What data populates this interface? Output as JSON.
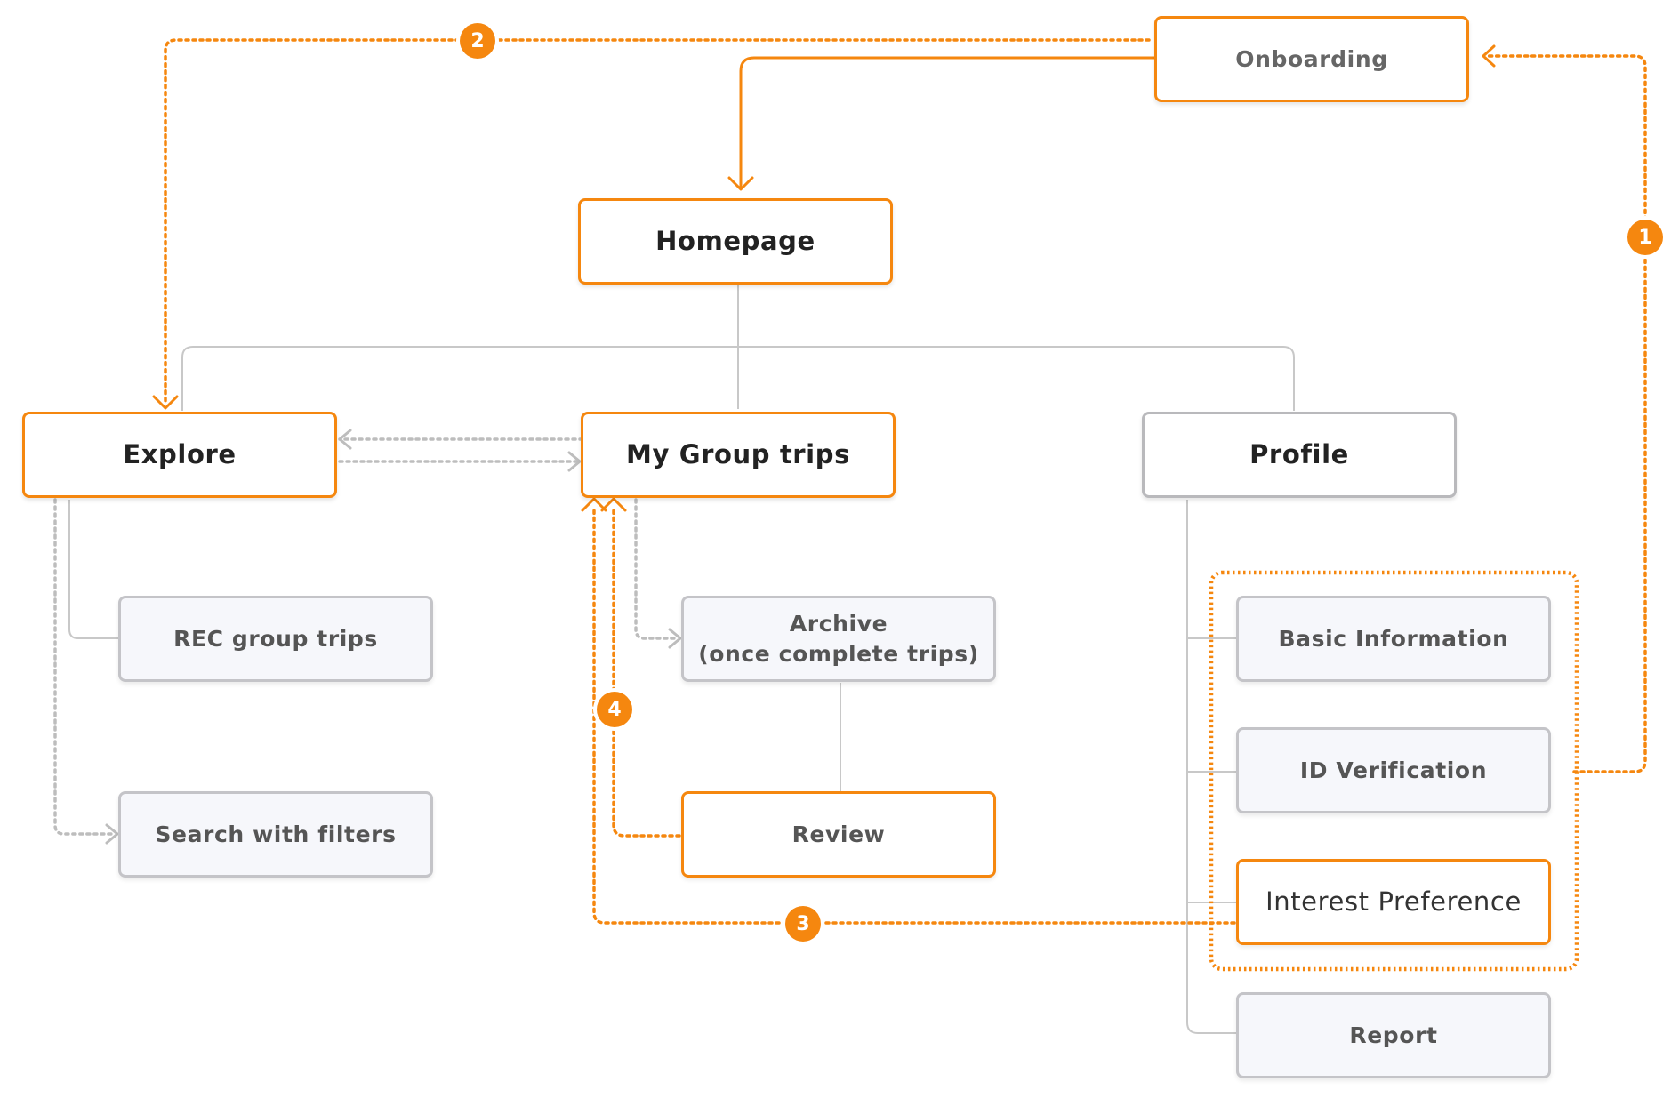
{
  "nodes": {
    "onboarding": "Onboarding",
    "homepage": "Homepage",
    "explore": "Explore",
    "my_group_trips": "My Group trips",
    "profile": "Profile",
    "rec_group_trips": "REC group trips",
    "search_with_filters": "Search with filters",
    "archive": "Archive\n(once complete trips)",
    "review": "Review",
    "basic_information": "Basic Information",
    "id_verification": "ID Verification",
    "interest_preference": "Interest Preference",
    "report": "Report"
  },
  "badges": {
    "one": "1",
    "two": "2",
    "three": "3",
    "four": "4"
  },
  "colors": {
    "accent": "#f5870f",
    "line_gray": "#c8c8c8",
    "dotted_gray": "#bdbdbd",
    "secondary_fill": "#f6f7fb"
  }
}
